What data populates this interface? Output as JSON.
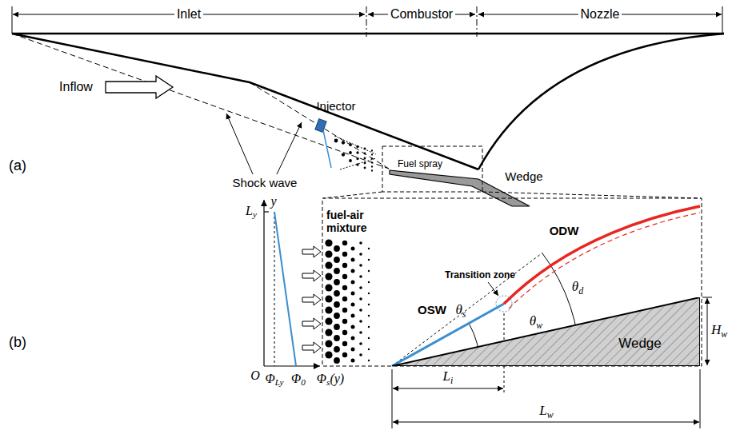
{
  "diagram": {
    "nodes": [
      {
        "text": [
          "Wedge"
        ]
      }
    ],
    "labels": [
      "Inlet",
      "Combustor",
      "Nozzle",
      "Inflow",
      "Injector",
      "Fuel spray",
      "Shock wave",
      "(a)",
      "Wedge",
      "(b)",
      "fuel-air mixture",
      "Transition zone",
      "OSW",
      "ODW",
      "θw",
      "θs",
      "θd",
      "Hw",
      "Li",
      "Lw",
      "y",
      "Ly",
      "O",
      "ΦLy",
      "Φ0",
      "Φs(y)"
    ]
  }
}
